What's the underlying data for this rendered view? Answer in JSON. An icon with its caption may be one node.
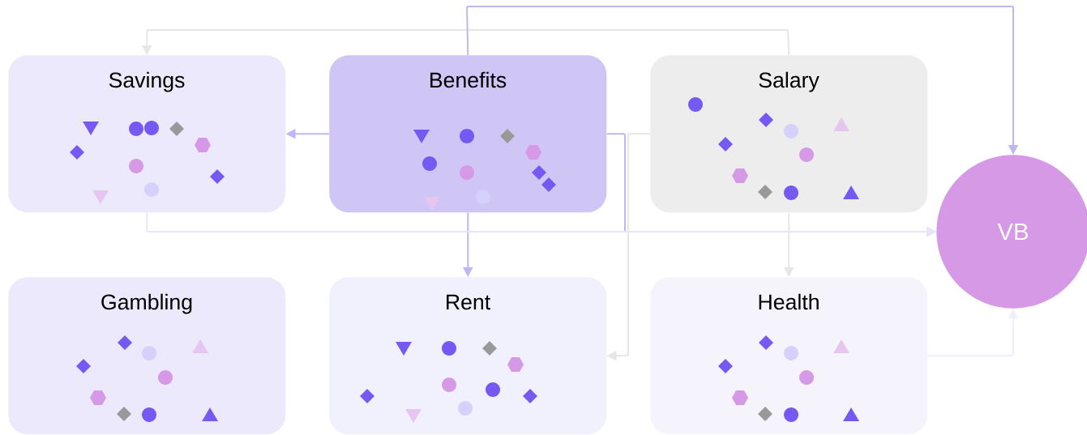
{
  "diagram": {
    "nodes": [
      {
        "text": [
          "Savings"
        ]
      },
      {
        "text": [
          "Benefits"
        ]
      },
      {
        "text": [
          "Salary"
        ]
      },
      {
        "text": [
          "VB"
        ]
      },
      {
        "text": [
          "Gambling"
        ]
      },
      {
        "text": [
          "Rent"
        ]
      },
      {
        "text": [
          "Health"
        ]
      }
    ],
    "edges": [
      {
        "from": 2,
        "to": 0,
        "arrow": "to",
        "color": "#e6e6e6"
      },
      {
        "from": 1,
        "to": 3,
        "arrow": "to",
        "color": "#bdb8f3"
      },
      {
        "from": 1,
        "to": 0,
        "arrow": "to",
        "color": "#bdb8f3"
      },
      {
        "from": 1,
        "to": 5,
        "arrow": "to",
        "color": "#bdb8f3"
      },
      {
        "from": 1,
        "to": 3,
        "arrow": "to",
        "color": "#bdb8f3"
      },
      {
        "from": 2,
        "to": 5,
        "arrow": "to",
        "color": "#e6e6e6"
      },
      {
        "from": 0,
        "to": 3,
        "arrow": "to",
        "color": "#e9e6fb"
      },
      {
        "from": 2,
        "to": 6,
        "arrow": "to",
        "color": "#e6e6e6"
      },
      {
        "from": 6,
        "to": 3,
        "arrow": "to",
        "color": "#efeefc"
      }
    ]
  }
}
